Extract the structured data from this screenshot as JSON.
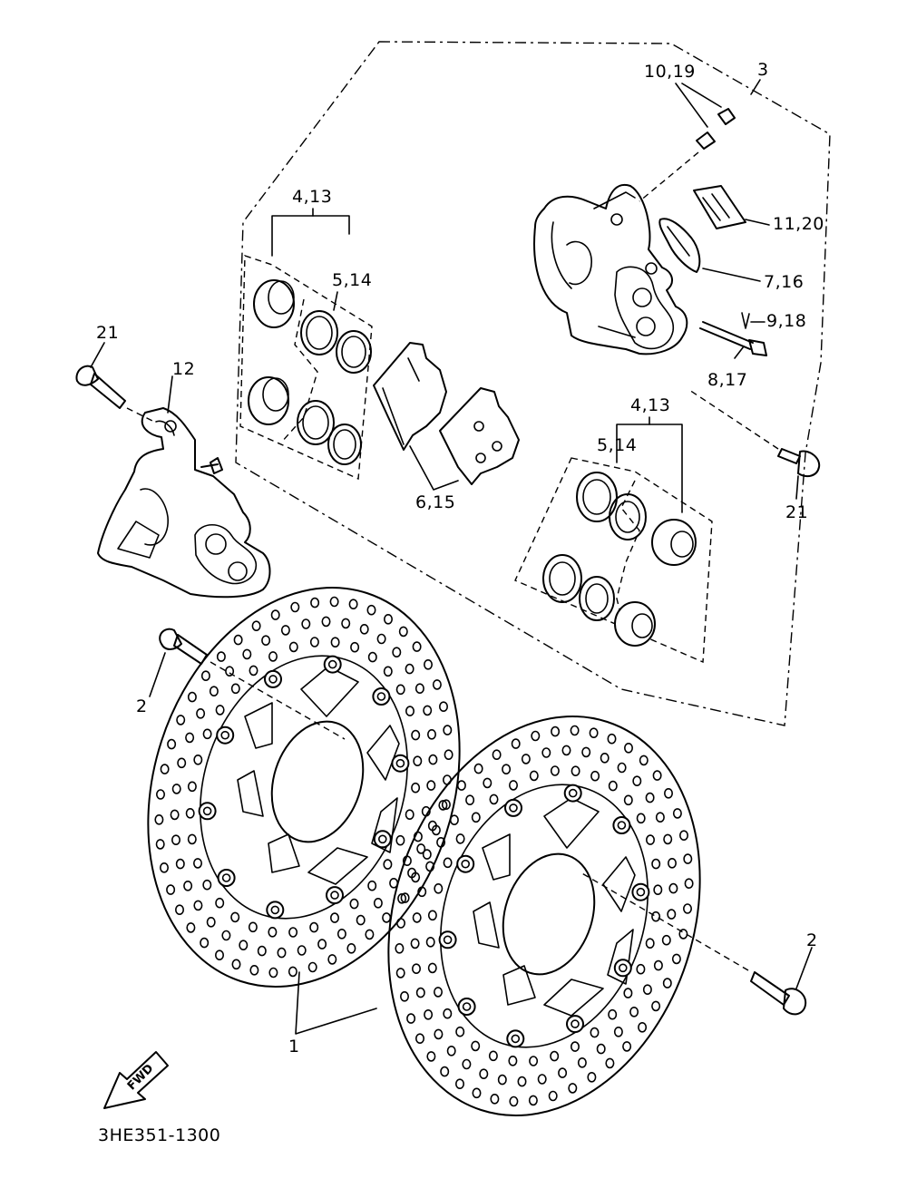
{
  "diagram": {
    "code": "3HE351-1300",
    "fwd_label": "FWD",
    "callouts": {
      "c1": "1",
      "c2_left": "2",
      "c2_right": "2",
      "c3": "3",
      "c4_13_top": "4,13",
      "c5_14_top": "5,14",
      "c4_13_bottom": "4,13",
      "c5_14_bottom": "5,14",
      "c6_15": "6,15",
      "c7_16": "7,16",
      "c8_17": "8,17",
      "c9_18": "9,18",
      "c10_19": "10,19",
      "c11_20": "11,20",
      "c12": "12",
      "c21_left": "21",
      "c21_right": "21"
    }
  }
}
